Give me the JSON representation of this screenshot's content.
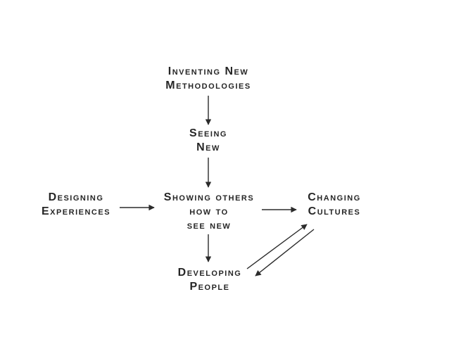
{
  "diagram": {
    "colors": {
      "background": "#ffffff",
      "text": "#262626",
      "arrow": "#2b2b2b"
    },
    "nodes": {
      "inventing_new_methodologies": {
        "lines": [
          "Inventing New",
          "Methodologies"
        ]
      },
      "seeing_new": {
        "lines": [
          "Seeing",
          "New"
        ]
      },
      "showing_others": {
        "lines": [
          "Showing others",
          "how to",
          "see new"
        ]
      },
      "designing_experiences": {
        "lines": [
          "Designing",
          "Experiences"
        ]
      },
      "changing_cultures": {
        "lines": [
          "Changing",
          "Cultures"
        ]
      },
      "developing_people": {
        "lines": [
          "Developing",
          "People"
        ]
      }
    },
    "connections": [
      {
        "from": "inventing_new_methodologies",
        "to": "seeing_new",
        "direction": "down"
      },
      {
        "from": "seeing_new",
        "to": "showing_others",
        "direction": "down"
      },
      {
        "from": "designing_experiences",
        "to": "showing_others",
        "direction": "right"
      },
      {
        "from": "showing_others",
        "to": "changing_cultures",
        "direction": "right"
      },
      {
        "from": "showing_others",
        "to": "developing_people",
        "direction": "down"
      },
      {
        "from": "developing_people",
        "to": "changing_cultures",
        "direction": "up-right"
      },
      {
        "from": "changing_cultures",
        "to": "developing_people",
        "direction": "down-left"
      }
    ]
  }
}
